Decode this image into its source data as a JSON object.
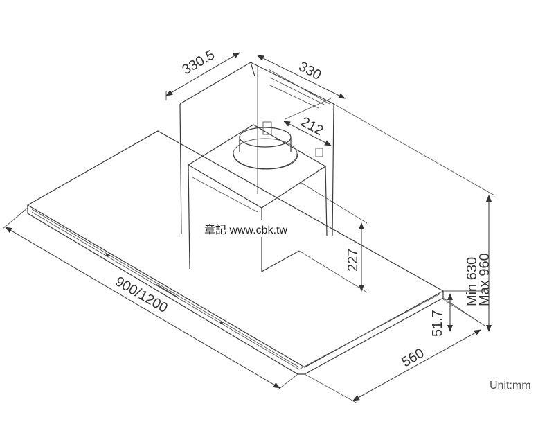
{
  "watermark": "章記 www.cbk.tw",
  "unit_label": "Unit:mm",
  "dimensions": {
    "depth_top": "330.5",
    "width_top": "330",
    "duct_diameter": "212",
    "chimney_lower": "227",
    "canopy_thickness": "51.7",
    "height_range_min": "Min  630",
    "height_range_max": "Max 960",
    "hood_depth": "560",
    "hood_width": "900/1200"
  },
  "colors": {
    "line": "#3a3a3a",
    "text": "#333333"
  }
}
